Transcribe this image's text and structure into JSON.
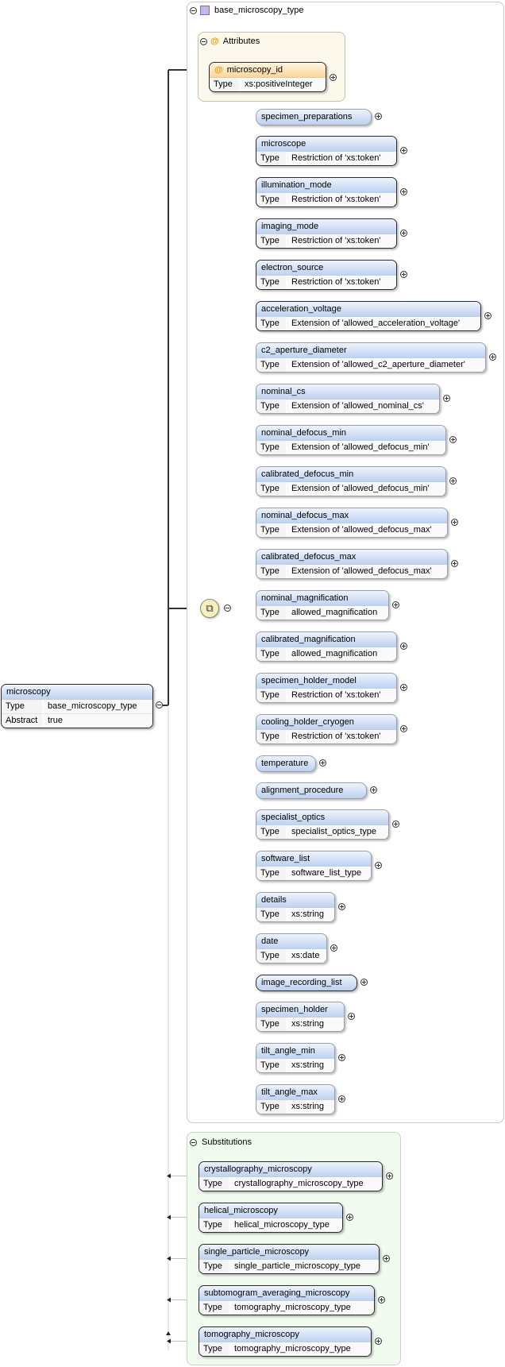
{
  "base_type": {
    "title": "base_microscopy_type"
  },
  "attributes": {
    "title": "Attributes",
    "items": [
      {
        "name": "microscopy_id",
        "type_label": "Type",
        "type": "xs:positiveInteger"
      }
    ]
  },
  "root": {
    "name": "microscopy",
    "rows": [
      {
        "key": "Type",
        "value": "base_microscopy_type"
      },
      {
        "key": "Abstract",
        "value": "true"
      }
    ]
  },
  "sequence": {
    "elements": [
      {
        "name": "specimen_preparations",
        "type": null,
        "required": false
      },
      {
        "name": "microscope",
        "type": "Restriction of 'xs:token'",
        "required": true
      },
      {
        "name": "illumination_mode",
        "type": "Restriction of 'xs:token'",
        "required": true
      },
      {
        "name": "imaging_mode",
        "type": "Restriction of 'xs:token'",
        "required": true
      },
      {
        "name": "electron_source",
        "type": "Restriction of 'xs:token'",
        "required": true
      },
      {
        "name": "acceleration_voltage",
        "type": "Extension of 'allowed_acceleration_voltage'",
        "required": true
      },
      {
        "name": "c2_aperture_diameter",
        "type": "Extension of 'allowed_c2_aperture_diameter'",
        "required": false
      },
      {
        "name": "nominal_cs",
        "type": "Extension of 'allowed_nominal_cs'",
        "required": false
      },
      {
        "name": "nominal_defocus_min",
        "type": "Extension of 'allowed_defocus_min'",
        "required": false
      },
      {
        "name": "calibrated_defocus_min",
        "type": "Extension of 'allowed_defocus_min'",
        "required": false
      },
      {
        "name": "nominal_defocus_max",
        "type": "Extension of 'allowed_defocus_max'",
        "required": false
      },
      {
        "name": "calibrated_defocus_max",
        "type": "Extension of 'allowed_defocus_max'",
        "required": false
      },
      {
        "name": "nominal_magnification",
        "type": "allowed_magnification",
        "required": false
      },
      {
        "name": "calibrated_magnification",
        "type": "allowed_magnification",
        "required": false
      },
      {
        "name": "specimen_holder_model",
        "type": "Restriction of 'xs:token'",
        "required": false
      },
      {
        "name": "cooling_holder_cryogen",
        "type": "Restriction of 'xs:token'",
        "required": false
      },
      {
        "name": "temperature",
        "type": null,
        "required": false
      },
      {
        "name": "alignment_procedure",
        "type": null,
        "required": false
      },
      {
        "name": "specialist_optics",
        "type": "specialist_optics_type",
        "required": false
      },
      {
        "name": "software_list",
        "type": "software_list_type",
        "required": false
      },
      {
        "name": "details",
        "type": "xs:string",
        "required": false
      },
      {
        "name": "date",
        "type": "xs:date",
        "required": false
      },
      {
        "name": "image_recording_list",
        "type": null,
        "required": true
      },
      {
        "name": "specimen_holder",
        "type": "xs:string",
        "required": false
      },
      {
        "name": "tilt_angle_min",
        "type": "xs:string",
        "required": false
      },
      {
        "name": "tilt_angle_max",
        "type": "xs:string",
        "required": false
      }
    ]
  },
  "substitutions": {
    "title": "Substitutions",
    "items": [
      {
        "name": "crystallography_microscopy",
        "type": "crystallography_microscopy_type"
      },
      {
        "name": "helical_microscopy",
        "type": "helical_microscopy_type"
      },
      {
        "name": "single_particle_microscopy",
        "type": "single_particle_microscopy_type"
      },
      {
        "name": "subtomogram_averaging_microscopy",
        "type": "tomography_microscopy_type"
      },
      {
        "name": "tomography_microscopy",
        "type": "tomography_microscopy_type"
      }
    ]
  },
  "labels": {
    "type_key": "Type"
  }
}
